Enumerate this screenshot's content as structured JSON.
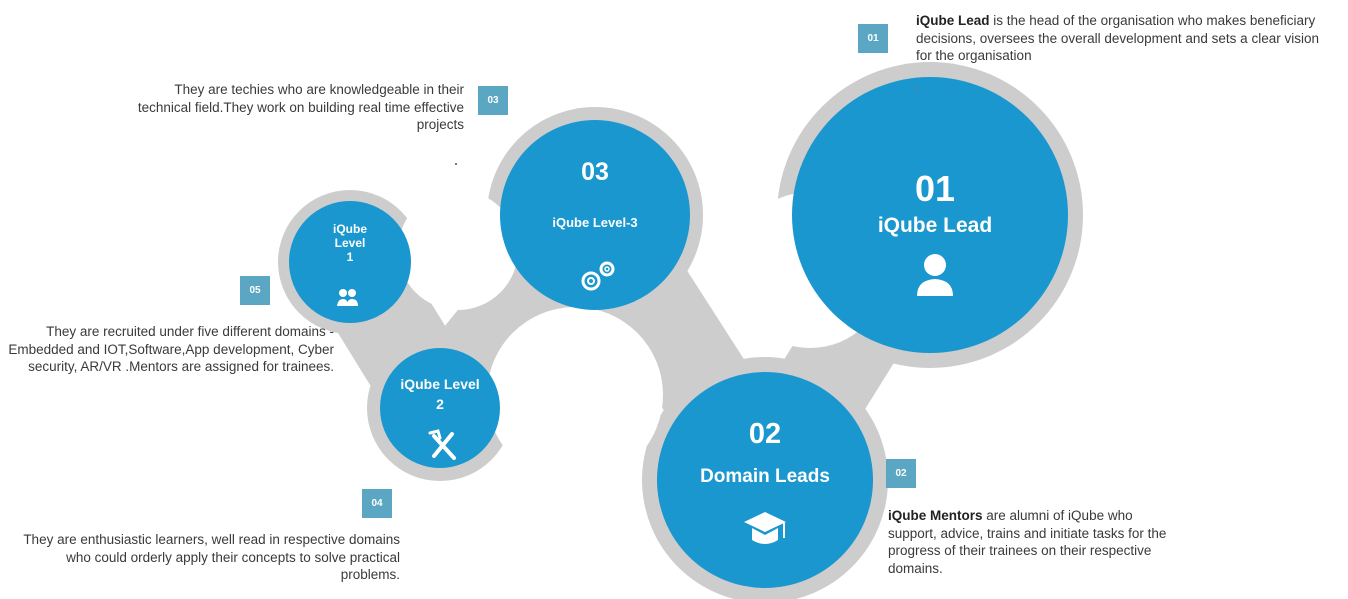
{
  "colors": {
    "node": "#1a97cf",
    "ring": "#cdcdcd",
    "badge": "#5ba7c3"
  },
  "nodes": {
    "lead": {
      "number": "01",
      "title": "iQube Lead",
      "icon": "user-icon"
    },
    "domain_leads": {
      "number": "02",
      "title": "Domain Leads",
      "icon": "graduation-cap-icon"
    },
    "level3": {
      "number": "03",
      "title": "iQube Level-3",
      "icon": "gears-icon"
    },
    "level2": {
      "title_line1": "iQube Level",
      "title_line2": "2",
      "icon": "tools-icon"
    },
    "level1": {
      "title_line1": "iQube",
      "title_line2": "Level",
      "title_line3": "1",
      "icon": "group-icon"
    }
  },
  "descriptions": {
    "d01": {
      "badge": "01",
      "bold": "iQube Lead",
      "text": " is the head of the organisation who makes beneficiary decisions, oversees the overall development and sets a clear vision for the organisation"
    },
    "d02": {
      "badge": "02",
      "bold": "iQube Mentors",
      "text": " are alumni of iQube who support, advice, trains and initiate tasks for the progress of their trainees on their respective domains."
    },
    "d03": {
      "badge": "03",
      "text": "They are techies who are knowledgeable in their technical field.They work on building real time effective projects"
    },
    "d04": {
      "badge": "04",
      "text": "They are enthusiastic learners, well read in respective domains who could orderly apply their concepts to solve practical problems."
    },
    "d05": {
      "badge": "05",
      "text": "They are recruited under five different domains - Embedded and IOT,Software,App development, Cyber security, AR/VR .Mentors are assigned for trainees."
    }
  }
}
